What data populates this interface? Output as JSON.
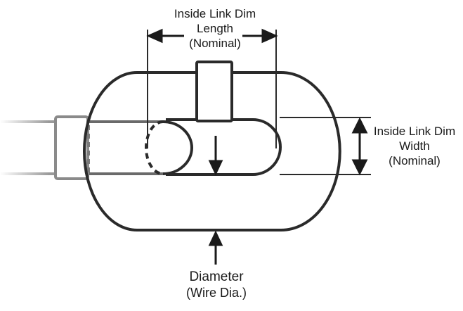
{
  "diagram": {
    "length_label": {
      "line1": "Inside Link Dim",
      "line2": "Length",
      "line3": "(Nominal)"
    },
    "width_label": {
      "line1": "Inside Link Dim",
      "line2": "Width",
      "line3": "(Nominal)"
    },
    "diameter_label": {
      "line1": "Diameter",
      "line2": "(Wire Dia.)"
    },
    "colors": {
      "stroke": "#2a2a2a",
      "faded_stroke": "#8a8a8a",
      "background": "#ffffff"
    }
  }
}
